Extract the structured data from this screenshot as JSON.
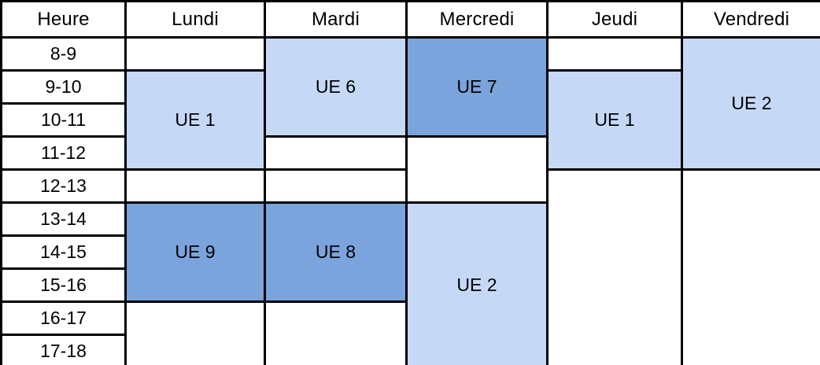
{
  "table": {
    "hour_header": "Heure",
    "day_headers": [
      "Lundi",
      "Mardi",
      "Mercredi",
      "Jeudi",
      "Vendredi"
    ],
    "time_slots": [
      "8-9",
      "9-10",
      "10-11",
      "11-12",
      "12-13",
      "13-14",
      "14-15",
      "15-16",
      "16-17",
      "17-18"
    ],
    "colors": {
      "light_blue": "#c5d9f7",
      "dark_blue": "#7ba3dc",
      "empty": "#ffffff",
      "border": "#000000",
      "text": "#000000"
    },
    "sessions": [
      {
        "day": "Lundi",
        "label": "UE 1",
        "start": "9-10",
        "end": "11-12",
        "rows": 3,
        "shade": "light"
      },
      {
        "day": "Lundi",
        "label": "UE 9",
        "start": "13-14",
        "end": "15-16",
        "rows": 3,
        "shade": "dark"
      },
      {
        "day": "Mardi",
        "label": "UE 6",
        "start": "8-9",
        "end": "10-11",
        "rows": 3,
        "shade": "light"
      },
      {
        "day": "Mardi",
        "label": "UE 8",
        "start": "13-14",
        "end": "15-16",
        "rows": 3,
        "shade": "dark"
      },
      {
        "day": "Mercredi",
        "label": "UE 7",
        "start": "8-9",
        "end": "10-11",
        "rows": 3,
        "shade": "dark"
      },
      {
        "day": "Mercredi",
        "label": "UE 2",
        "start": "13-14",
        "end": "17-18",
        "rows": 5,
        "shade": "light"
      },
      {
        "day": "Jeudi",
        "label": "UE 1",
        "start": "9-10",
        "end": "11-12",
        "rows": 3,
        "shade": "light"
      },
      {
        "day": "Vendredi",
        "label": "UE 2",
        "start": "8-9",
        "end": "11-12",
        "rows": 4,
        "shade": "light"
      }
    ]
  }
}
